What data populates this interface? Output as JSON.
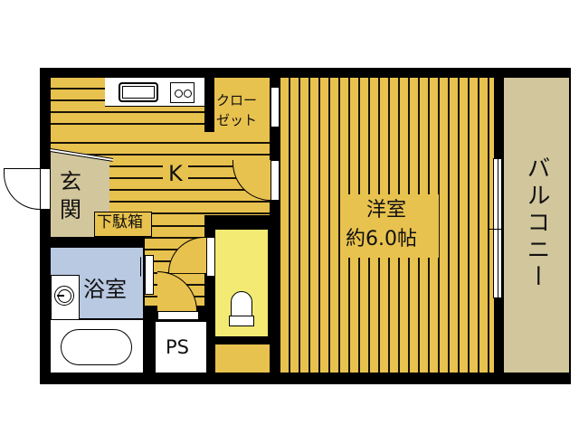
{
  "floor_plan": {
    "type": "1K apartment floor plan",
    "rooms": [
      {
        "id": "kitchen",
        "label": "K"
      },
      {
        "id": "closet",
        "label_line1": "クロー",
        "label_line2": "ゼット"
      },
      {
        "id": "entrance",
        "label_line1": "玄",
        "label_line2": "関"
      },
      {
        "id": "shoe_box",
        "label": "下駄箱"
      },
      {
        "id": "bathroom",
        "label": "浴室"
      },
      {
        "id": "pipe_space",
        "label": "PS"
      },
      {
        "id": "toilet",
        "label": ""
      },
      {
        "id": "western_room",
        "label_line1": "洋室",
        "label_line2": "約6.0帖"
      },
      {
        "id": "balcony",
        "label": "バルコニー"
      }
    ],
    "fixtures": [
      "sink",
      "two-burner-stove",
      "washing-machine",
      "bathtub",
      "toilet"
    ],
    "colors": {
      "wall": "#000000",
      "wood_floor": "#e8c24e",
      "entrance_floor": "#d2c69c",
      "bathroom_floor": "#b9c9e2",
      "toilet_floor": "#f2ea72",
      "balcony": "#d2c69c"
    }
  }
}
